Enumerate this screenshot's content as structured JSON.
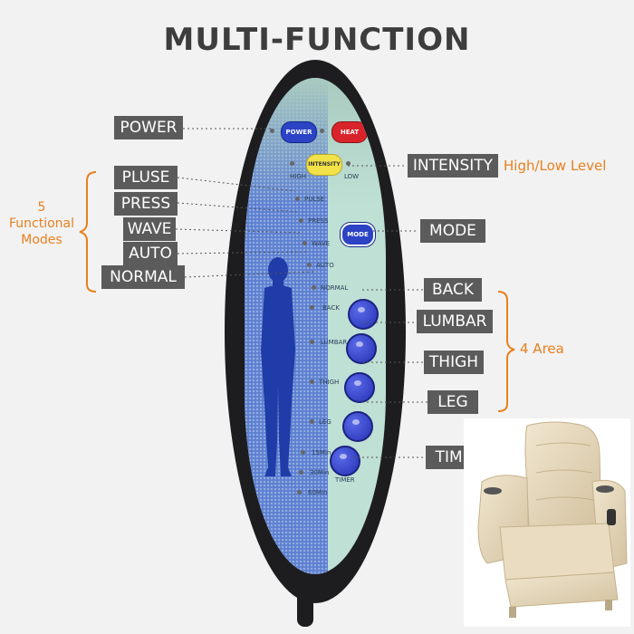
{
  "title": "MULTI-FUNCTION",
  "callouts": {
    "power": "POWER",
    "pluse": "PLUSE",
    "press": "PRESS",
    "wave": "WAVE",
    "auto": "AUTO",
    "normal": "NORMAL",
    "intensity": "INTENSITY",
    "mode": "MODE",
    "back": "BACK",
    "lumbar": "LUMBAR",
    "thigh": "THIGH",
    "leg": "LEG",
    "time": "TIME"
  },
  "annotations": {
    "high_low": "High/Low Level",
    "functional_modes": [
      "5",
      "Functional",
      "Modes"
    ],
    "four_area": "4 Area"
  },
  "remote": {
    "power_button": "POWER",
    "heat_button": "HEAT",
    "intensity_button": "INTENSITY",
    "high": "HIGH",
    "low": "LOW",
    "modes": [
      "PULSE",
      "PRESS",
      "WAVE",
      "AUTO",
      "NORMAL"
    ],
    "mode_button": "MODE",
    "areas": [
      "BACK",
      "LUMBAR",
      "THIGH",
      "LEG"
    ],
    "timers": [
      "15Min",
      "30Min",
      "60Min"
    ],
    "timer_button": "TIMER"
  },
  "colors": {
    "label_bg": "#5b5b5b",
    "accent": "#e8801e",
    "power_button": "#2b43c4",
    "heat_button": "#d9242b",
    "intensity_button": "#f2e24a",
    "area_button": "#2b36c0"
  }
}
